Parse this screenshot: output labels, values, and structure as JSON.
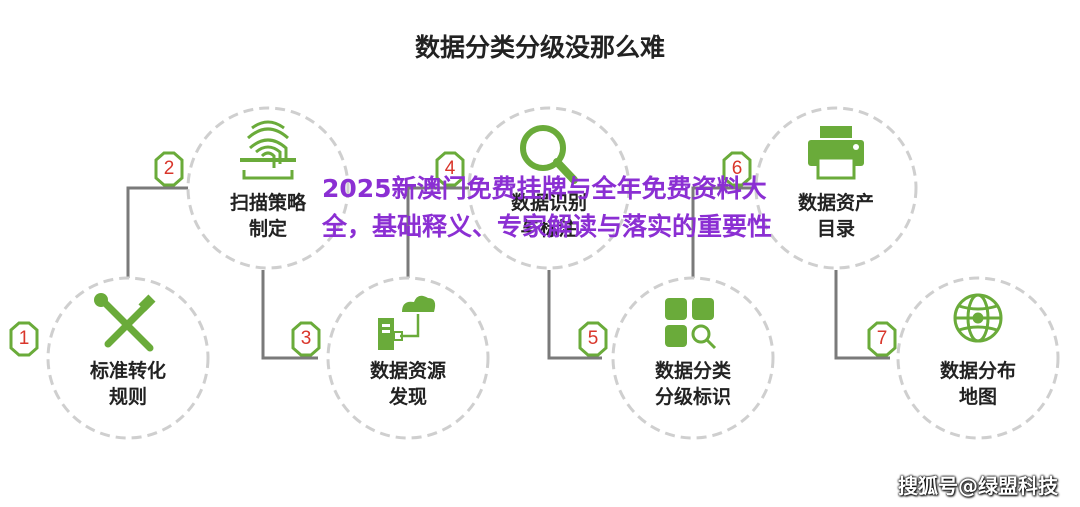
{
  "title": "数据分类分级没那么难",
  "accent_color": "#6aab3a",
  "badge_number_color": "#d9362b",
  "overlay_color": "#8b2fd3",
  "nodes": [
    {
      "number": "1",
      "line1": "标准转化",
      "line2": "规则",
      "icon": "tools-icon"
    },
    {
      "number": "2",
      "line1": "扫描策略",
      "line2": "制定",
      "icon": "fingerprint-scan-icon"
    },
    {
      "number": "3",
      "line1": "数据资源",
      "line2": "发现",
      "icon": "cloud-server-icon"
    },
    {
      "number": "4",
      "line1": "数据识别",
      "line2": "与标注",
      "icon": "magnifier-icon"
    },
    {
      "number": "5",
      "line1": "数据分类",
      "line2": "分级标识",
      "icon": "grid-search-icon"
    },
    {
      "number": "6",
      "line1": "数据资产",
      "line2": "目录",
      "icon": "printer-icon"
    },
    {
      "number": "7",
      "line1": "数据分布",
      "line2": "地图",
      "icon": "globe-network-icon"
    }
  ],
  "overlay_text": "2025新澳门免费挂牌与全年免费资料大全，基础释义、专家解读与落实的重要性",
  "watermark": "搜狐号@绿盟科技"
}
